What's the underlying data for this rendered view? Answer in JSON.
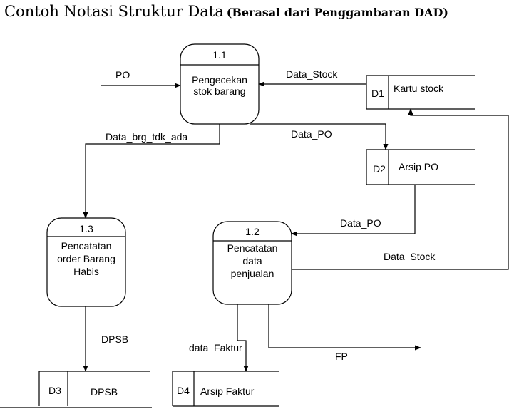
{
  "title": {
    "main": "Contoh Notasi Struktur Data",
    "sub": "(Berasal dari Penggambaran DAD)"
  },
  "processes": {
    "p11": {
      "number": "1.1",
      "lines": [
        "Pengecekan",
        "stok barang"
      ]
    },
    "p12": {
      "number": "1.2",
      "lines": [
        "Pencatatan",
        "data",
        "penjualan"
      ]
    },
    "p13": {
      "number": "1.3",
      "lines": [
        "Pencatatan",
        "order Barang",
        "Habis"
      ]
    }
  },
  "stores": {
    "d1": {
      "id": "D1",
      "name": "Kartu stock"
    },
    "d2": {
      "id": "D2",
      "name": "Arsip PO"
    },
    "d3": {
      "id": "D3",
      "name": "DPSB"
    },
    "d4": {
      "id": "D4",
      "name": "Arsip Faktur"
    }
  },
  "flows": {
    "po": "PO",
    "data_stock_in": "Data_Stock",
    "data_brg_tdk_ada": "Data_brg_tdk_ada",
    "data_po_to_d2": "Data_PO",
    "data_po_to_p12": "Data_PO",
    "data_stock_out": "Data_Stock",
    "dpsb": "DPSB",
    "data_faktur": "data_Faktur",
    "fp": "FP"
  }
}
